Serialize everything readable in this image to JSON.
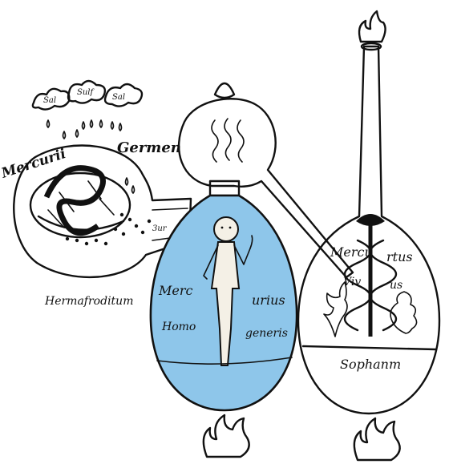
{
  "colors": {
    "ink": "#111111",
    "paper": "#ffffff",
    "liquid": "#8ec6ea"
  },
  "left_flask": {
    "clouds": [
      "Sal",
      "Sulf",
      "Sal"
    ],
    "label_top_left": "Mercurii",
    "label_top_right": "Germen",
    "label_bottom": "Hermafroditum",
    "spout_label": "3ur"
  },
  "middle_flask": {
    "label_left_top": "Merc",
    "label_right_top": "urius",
    "label_left_bottom": "Homo",
    "label_right_bottom": "generis"
  },
  "right_flask": {
    "label_left_top": "Mercu",
    "label_right_top": "rtus",
    "label_left_bottom": "Viv",
    "label_right_bottom": "us",
    "label_base": "Sophanm"
  }
}
